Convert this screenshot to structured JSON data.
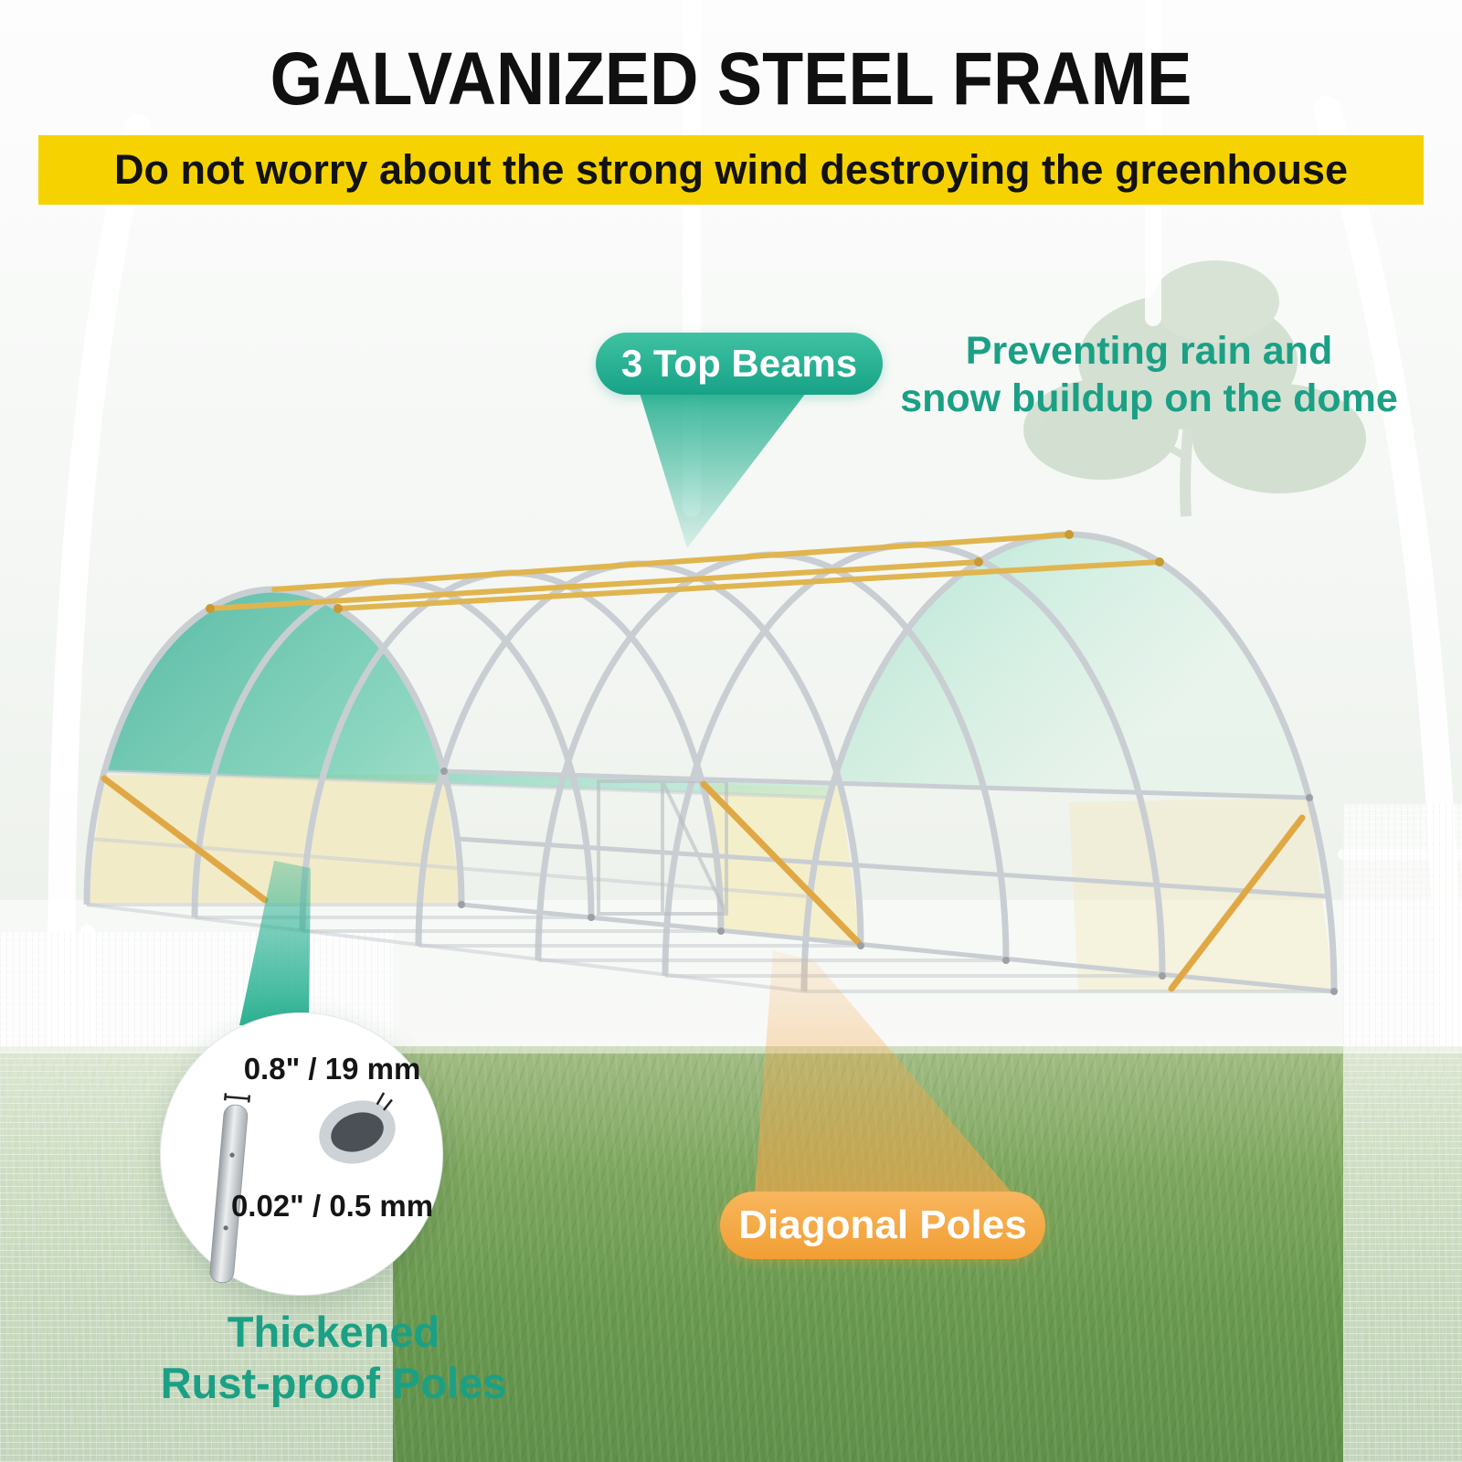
{
  "header": {
    "title": "GALVANIZED STEEL FRAME",
    "banner": "Do not worry about the strong wind destroying the greenhouse"
  },
  "annotations": {
    "top_beams_label": "3 Top Beams",
    "dome_note_line1": "Preventing rain and",
    "dome_note_line2": "snow buildup on the dome",
    "diagonal_poles_label": "Diagonal Poles",
    "pole_caption_line1": "Thickened",
    "pole_caption_line2": "Rust-proof Poles"
  },
  "measurements": {
    "pole_diameter": "0.8\" / 19 mm",
    "wall_thickness": "0.02\" / 0.5 mm"
  },
  "colors": {
    "banner_yellow": "#F6D300",
    "teal": "#17A287",
    "teal_text": "#1BA085",
    "orange": "#F19F33",
    "cover_green": "#35C49E",
    "frame_grey": "#C9CED3",
    "beam_yellow": "#E0B54F"
  }
}
